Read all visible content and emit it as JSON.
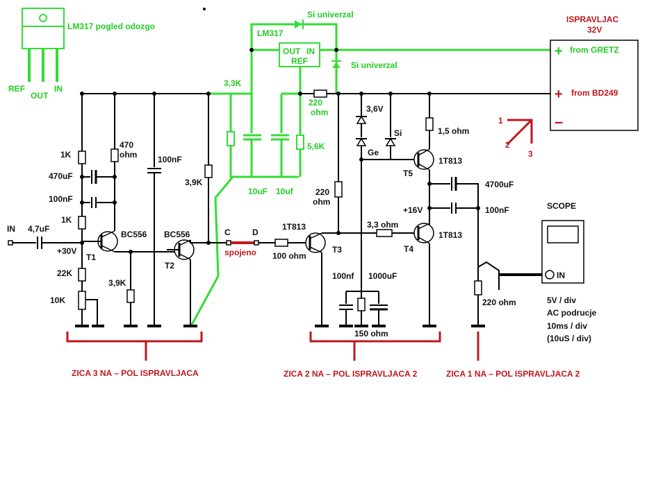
{
  "regulator": {
    "pin_view_title": "LM317 pogled odozgo",
    "pin_ref": "REF",
    "pin_out": "OUT",
    "pin_in": "IN",
    "chip_name": "LM317",
    "chip_out": "OUT",
    "chip_in": "IN",
    "chip_ref": "REF",
    "diode_top": "Si univerzal",
    "diode_side": "Si univerzal",
    "res_a": "3,3K",
    "res_b": "5,6K",
    "cap_a": "10uF",
    "cap_b": "10uf"
  },
  "rectifier": {
    "title_line1": "ISPRAVLJAC",
    "title_line2": "32V",
    "plus_gretz": "from GRETZ",
    "plus_bd249": "from BD249",
    "plus_sign_1": "+",
    "plus_sign_2": "+",
    "minus_sign": "–",
    "arrow_1": "1",
    "arrow_2": "2",
    "arrow_3": "3"
  },
  "input_stage": {
    "in_label": "IN",
    "cap_in": "4,7uF",
    "r1k_top": "1K",
    "c470": "470uF",
    "c100nf_left": "100nF",
    "r1k_mid": "1K",
    "v30": "+30V",
    "r22k": "22K",
    "pot10k": "10K",
    "r470": "470",
    "r470_unit": "ohm",
    "t1_type": "BC556",
    "t1_name": "T1",
    "r39k_low": "3,9K",
    "c100nf_mid": "100nF",
    "r39k_right": "3,9K",
    "t2_type": "BC556",
    "t2_name": "T2"
  },
  "link": {
    "c": "C",
    "d": "D",
    "joined": "spojeno",
    "r100": "100 ohm"
  },
  "output_stage": {
    "r220": "220",
    "r220_unit": "ohm",
    "r220_left": "220",
    "r220_left_unit": "ohm",
    "zener": "3,6V",
    "si": "Si",
    "ge": "Ge",
    "r15": "1,5 ohm",
    "t5_type": "1T813",
    "t5_name": "T5",
    "c4700": "4700uF",
    "v16": "+16V",
    "c100nf_out": "100nF",
    "t3_type": "1T813",
    "t3_name": "T3",
    "r33": "3,3 ohm",
    "t4_type": "1T813",
    "t4_name": "T4",
    "c100nf_low": "100nf",
    "c1000": "1000uF",
    "r150": "150 ohm",
    "r220_load": "220 ohm"
  },
  "scope": {
    "title": "SCOPE",
    "in_label": "IN",
    "line1": "5V / div",
    "line2": "AC podrucje",
    "line3": "10ms / div",
    "line4": "(10uS / div)"
  },
  "wires": {
    "z3": "ZICA 3 NA – POL ISPRAVLJACA",
    "z2": "ZICA 2 NA – POL ISPRAVLJACA 2",
    "z1": "ZICA 1 NA – POL ISPRAVLJACA 2"
  }
}
